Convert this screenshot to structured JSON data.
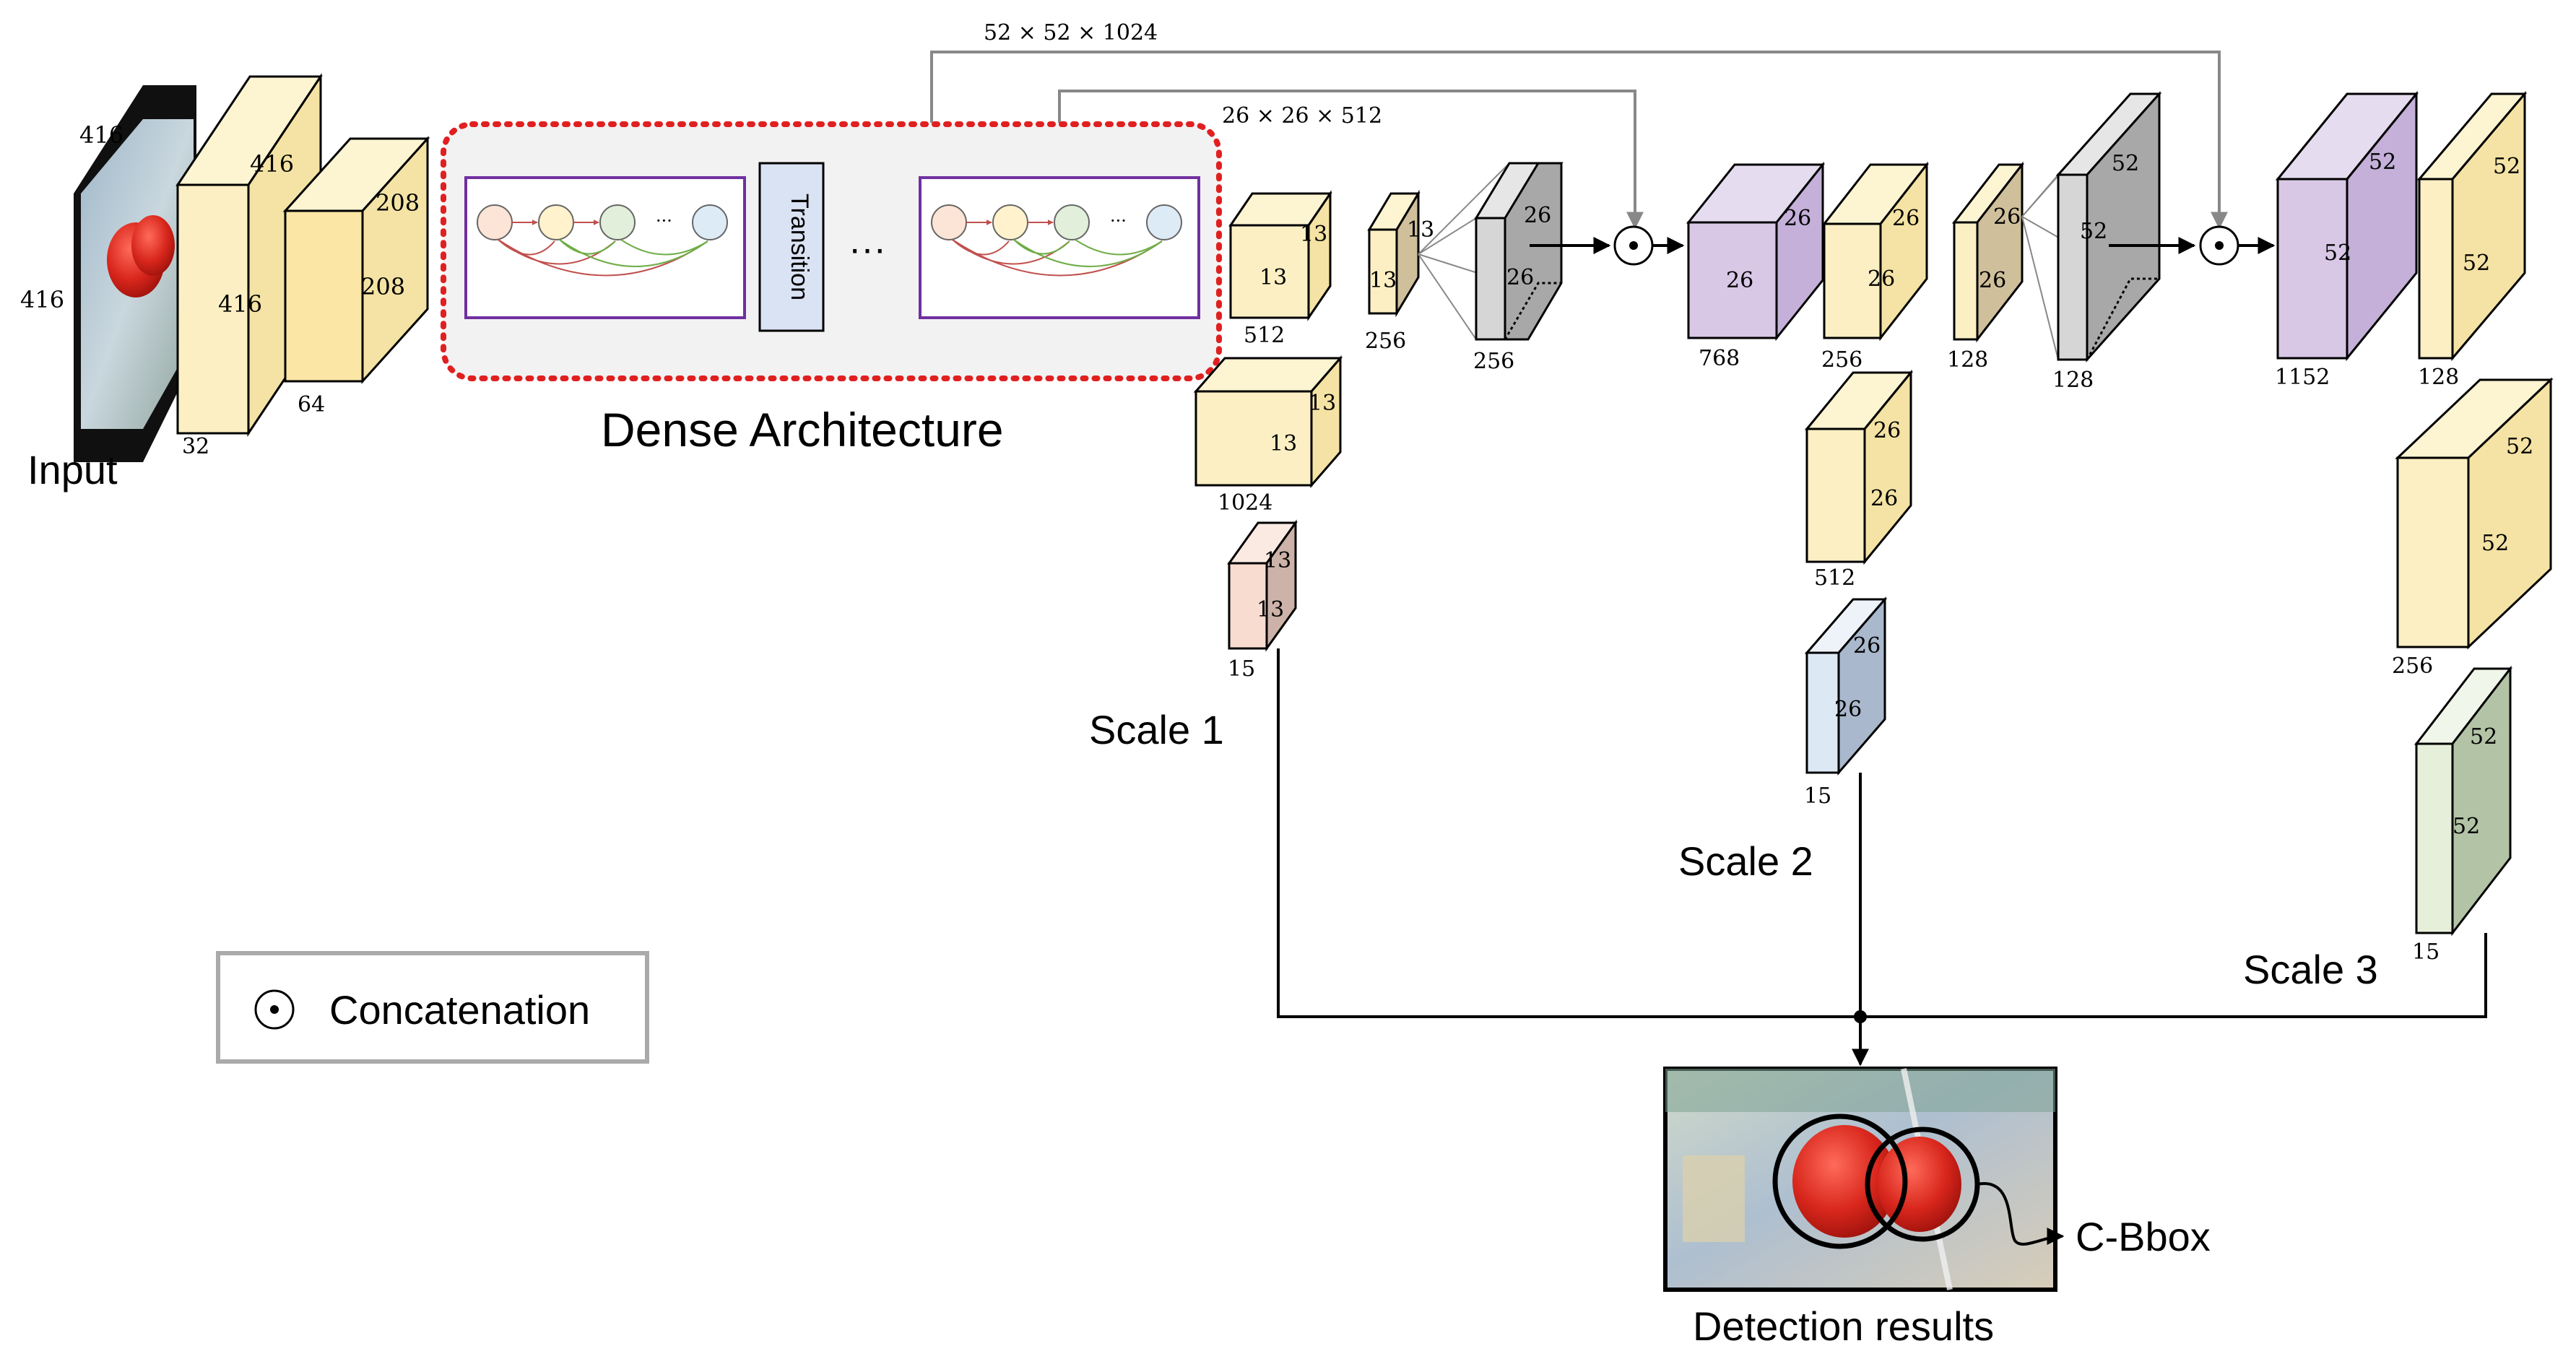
{
  "labels": {
    "input": "Input",
    "dense_architecture": "Dense Architecture",
    "transition": "Transition",
    "ellipsis": "···",
    "scale1": "Scale 1",
    "scale2": "Scale 2",
    "scale3": "Scale 3",
    "concatenation": "Concatenation",
    "detection_results": "Detection results",
    "cbbox": "C-Bbox",
    "skip_top": "52 × 52 × 1024",
    "skip_mid": "26 × 26 × 512"
  },
  "colors": {
    "yellow": "#fbefc3",
    "yellow_side": "#f2df9c",
    "purple": "#d8c8e6",
    "purple_side": "#c4b0d8",
    "gray": "#d6d6d6",
    "gray_side": "#a8a8a8",
    "pink": "#f7dccf",
    "pink_side": "#ccb2a8",
    "blue": "#dde8f5",
    "blue_side": "#a9b8cc",
    "green": "#e6efd9",
    "green_side": "#b3c4a6",
    "tan": "#e9dcc0",
    "tan_side": "#cfbf9b",
    "dense_border": "#e02020",
    "dense_fill": "#f2f2f2",
    "block_border": "#7030a0"
  },
  "blocks": {
    "input": {
      "width": "416",
      "height": "416"
    },
    "conv1": {
      "w": "416",
      "h": "416",
      "c": "32"
    },
    "conv2": {
      "w": "208",
      "h": "208",
      "c": "64"
    },
    "s1_a": {
      "w": "13",
      "h": "13",
      "c": "512"
    },
    "s1_b": {
      "w": "13",
      "h": "13",
      "c": "1024"
    },
    "s1_c": {
      "w": "13",
      "h": "13",
      "c": "15"
    },
    "up1_a": {
      "w": "13",
      "h": "13",
      "c": "256"
    },
    "up1_b": {
      "w": "26",
      "h": "26",
      "c": "256"
    },
    "s2_cat": {
      "w": "26",
      "h": "26",
      "c": "768"
    },
    "s2_a": {
      "w": "26",
      "h": "26",
      "c": "256"
    },
    "s2_b": {
      "w": "26",
      "h": "26",
      "c": "512"
    },
    "s2_c": {
      "w": "26",
      "h": "26",
      "c": "15"
    },
    "up2_a": {
      "w": "26",
      "h": "26",
      "c": "128"
    },
    "up2_b": {
      "w": "52",
      "h": "52",
      "c": "128"
    },
    "s3_cat": {
      "w": "52",
      "h": "52",
      "c": "1152"
    },
    "s3_a": {
      "w": "52",
      "h": "52",
      "c": "128"
    },
    "s3_b": {
      "w": "52",
      "h": "52",
      "c": "256"
    },
    "s3_c": {
      "w": "52",
      "h": "52",
      "c": "15"
    }
  }
}
